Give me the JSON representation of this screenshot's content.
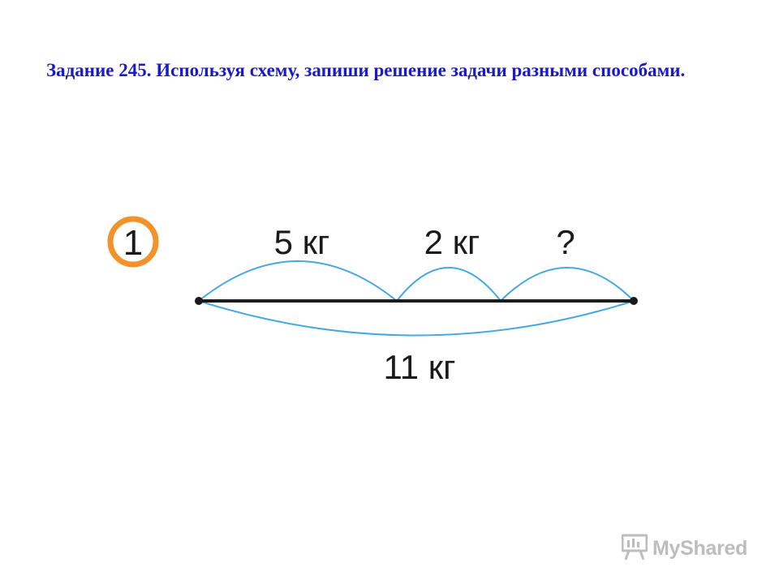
{
  "title": "Задание 245. Используя схему, запиши решение задачи разными способами.",
  "diagram": {
    "number": "1",
    "segments": [
      {
        "label": "5 кг"
      },
      {
        "label": "2 кг"
      },
      {
        "label": "?"
      }
    ],
    "total_label": "11 кг",
    "colors": {
      "number_circle": "#f2922b",
      "arcs": "#45a9e0",
      "line": "#1a1a1a"
    }
  },
  "watermark": {
    "text": "MyShared",
    "icon": "presentation-board-icon"
  }
}
